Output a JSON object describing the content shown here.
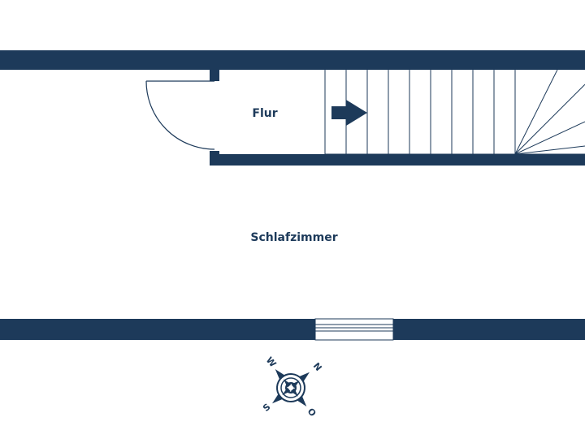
{
  "colors": {
    "wall": "#1d3a5a",
    "background": "#ffffff",
    "line": "#1d3a5a"
  },
  "rooms": {
    "flur": "Flur",
    "schlafzimmer": "Schlafzimmer"
  },
  "compass": {
    "north": "N",
    "east": "O",
    "south": "S",
    "west": "W"
  }
}
